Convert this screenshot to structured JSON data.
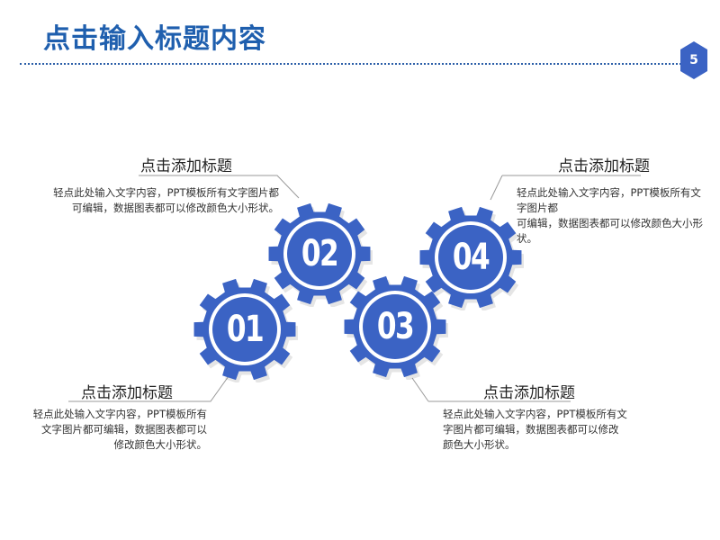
{
  "header": {
    "title": "点击输入标题内容",
    "page_number": "5"
  },
  "colors": {
    "accent": "#3b63c4",
    "title": "#1f5fae",
    "gear_ring": "#ffffff"
  },
  "gears": [
    {
      "number": "01"
    },
    {
      "number": "02"
    },
    {
      "number": "03"
    },
    {
      "number": "04"
    }
  ],
  "items": [
    {
      "heading": "点击添加标题",
      "lines": [
        "轻点此处输入文字内容，PPT模板所有文字图片都",
        "可编辑，数据图表都可以修改颜色大小形状。"
      ]
    },
    {
      "heading": "点击添加标题",
      "lines": [
        "轻点此处输入文字内容，PPT模板所有",
        "文字图片都可编辑，数据图表都可以",
        "修改颜色大小形状。"
      ]
    },
    {
      "heading": "点击添加标题",
      "lines": [
        "轻点此处输入文字内容，PPT模板所有文字图片都",
        "可编辑，数据图表都可以修改颜色大小形状。"
      ]
    },
    {
      "heading": "点击添加标题",
      "lines": [
        "轻点此处输入文字内容，PPT模板所有文",
        "字图片都可编辑，数据图表都可以修改",
        "颜色大小形状。"
      ]
    }
  ]
}
